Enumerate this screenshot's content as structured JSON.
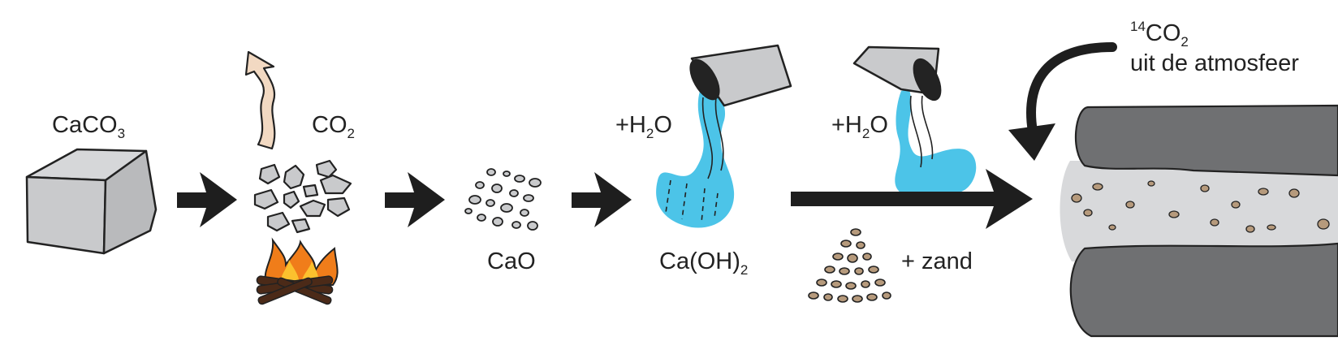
{
  "labels": {
    "caco3": {
      "base": "CaCO",
      "sub": "3"
    },
    "co2": {
      "base": "CO",
      "sub": "2"
    },
    "cao": "CaO",
    "caoh2": {
      "base": "Ca(OH)",
      "sub": "2"
    },
    "water_1": {
      "pre": "+H",
      "sub": "2",
      "post": "O"
    },
    "water_2": {
      "pre": "+H",
      "sub": "2",
      "post": "O"
    },
    "sand": "+ zand",
    "c14": {
      "sup": "14",
      "base": "CO",
      "sub": "2",
      "line2": "uit de atmosfeer"
    }
  },
  "colors": {
    "ink": "#222222",
    "stone": "#c9cacc",
    "water": "#4cc4e8",
    "sand": "#b69a7c",
    "mortar": "#d8d9db",
    "brick": "#6f7072",
    "fire": "#f07d1a",
    "wood": "#4b2a18",
    "smoke": "#f2d9c2"
  },
  "icons": [
    "limestone-cube-icon",
    "smoke-arrow-icon",
    "crushed-stone-icon",
    "campfire-icon",
    "quicklime-pellets-icon",
    "pouring-bucket-icon",
    "sand-pile-icon",
    "brick-wall-icon"
  ]
}
